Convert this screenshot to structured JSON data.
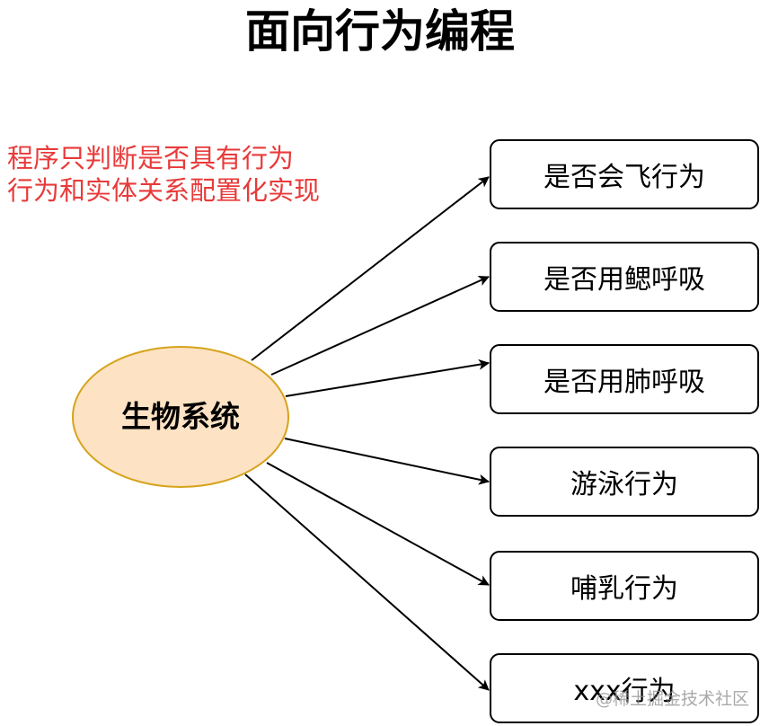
{
  "title": "面向行为编程",
  "note": {
    "line1": "程序只判断是否具有行为",
    "line2": "行为和实体关系配置化实现",
    "color": "#e83a3a"
  },
  "center": {
    "label": "生物系统",
    "fill": "#fde2c4",
    "stroke": "#d6a31a"
  },
  "behaviors": [
    {
      "label": "是否会飞行为"
    },
    {
      "label": "是否用鳃呼吸"
    },
    {
      "label": "是否用肺呼吸"
    },
    {
      "label": "游泳行为"
    },
    {
      "label": "哺乳行为"
    },
    {
      "label": "xxx行为"
    }
  ],
  "watermark": "@稀土掘金技术社区"
}
